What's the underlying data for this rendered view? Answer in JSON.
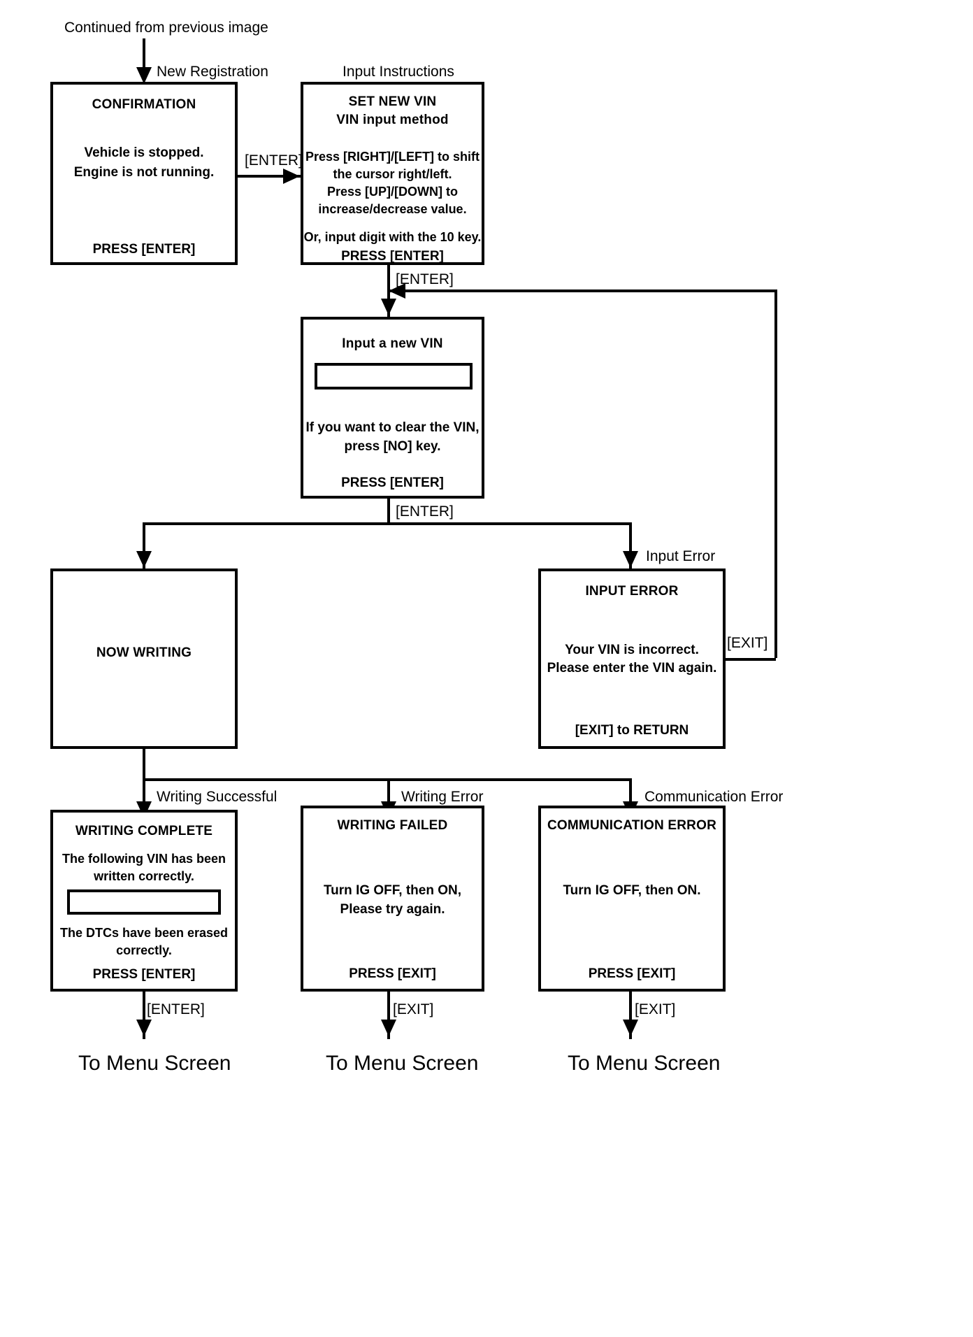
{
  "diagram": {
    "title_note": "Continued from previous image",
    "terminals": [
      {
        "label": "To Menu Screen"
      },
      {
        "label": "To Menu Screen"
      },
      {
        "label": "To Menu Screen"
      }
    ]
  },
  "captions": {
    "new_registration": "New Registration",
    "input_instructions": "Input Instructions",
    "input_error": "Input Error",
    "writing_successful": "Writing Successful",
    "writing_error": "Writing Error",
    "communication_error": "Communication Error"
  },
  "edges": {
    "enter_confirm_to_setvin": "[ENTER]",
    "enter_setvin_to_input": "[ENTER]",
    "enter_input_to_branch": "[ENTER]",
    "exit_error_return": "[EXIT]",
    "enter_complete_to_menu": "[ENTER]",
    "exit_failed_to_menu": "[EXIT]",
    "exit_comm_to_menu": "[EXIT]"
  },
  "screens": {
    "confirmation": {
      "title": "CONFIRMATION",
      "line1": "Vehicle is stopped.",
      "line2": "Engine is not running.",
      "footer": "PRESS [ENTER]"
    },
    "set_new_vin": {
      "title1": "SET NEW VIN",
      "title2": "VIN input method",
      "line1": "Press [RIGHT]/[LEFT] to shift",
      "line2": "the cursor right/left.",
      "line3": "Press [UP]/[DOWN] to",
      "line4": "increase/decrease value.",
      "line5": "Or, input digit with the 10 key.",
      "footer": "PRESS [ENTER]"
    },
    "input_new_vin": {
      "title": "Input a new VIN",
      "field_value": "",
      "line1": "If you want to clear the VIN,",
      "line2": "press [NO] key.",
      "footer": "PRESS [ENTER]"
    },
    "now_writing": {
      "title": "NOW WRITING"
    },
    "input_error": {
      "title": "INPUT ERROR",
      "line1": "Your VIN is incorrect.",
      "line2": "Please enter the VIN again.",
      "footer": "[EXIT] to RETURN"
    },
    "writing_complete": {
      "title": "WRITING COMPLETE",
      "line1": "The following VIN has been",
      "line2": "written correctly.",
      "field_value": "",
      "line3": "The DTCs have been erased",
      "line4": "correctly.",
      "footer": "PRESS [ENTER]"
    },
    "writing_failed": {
      "title": "WRITING FAILED",
      "line1": "Turn IG OFF, then ON,",
      "line2": "Please try again.",
      "footer": "PRESS [EXIT]"
    },
    "communication_error": {
      "title": "COMMUNICATION ERROR",
      "line1": "Turn IG OFF, then ON.",
      "footer": "PRESS [EXIT]"
    }
  },
  "colors": {
    "stroke": "#000000",
    "background": "#ffffff"
  }
}
